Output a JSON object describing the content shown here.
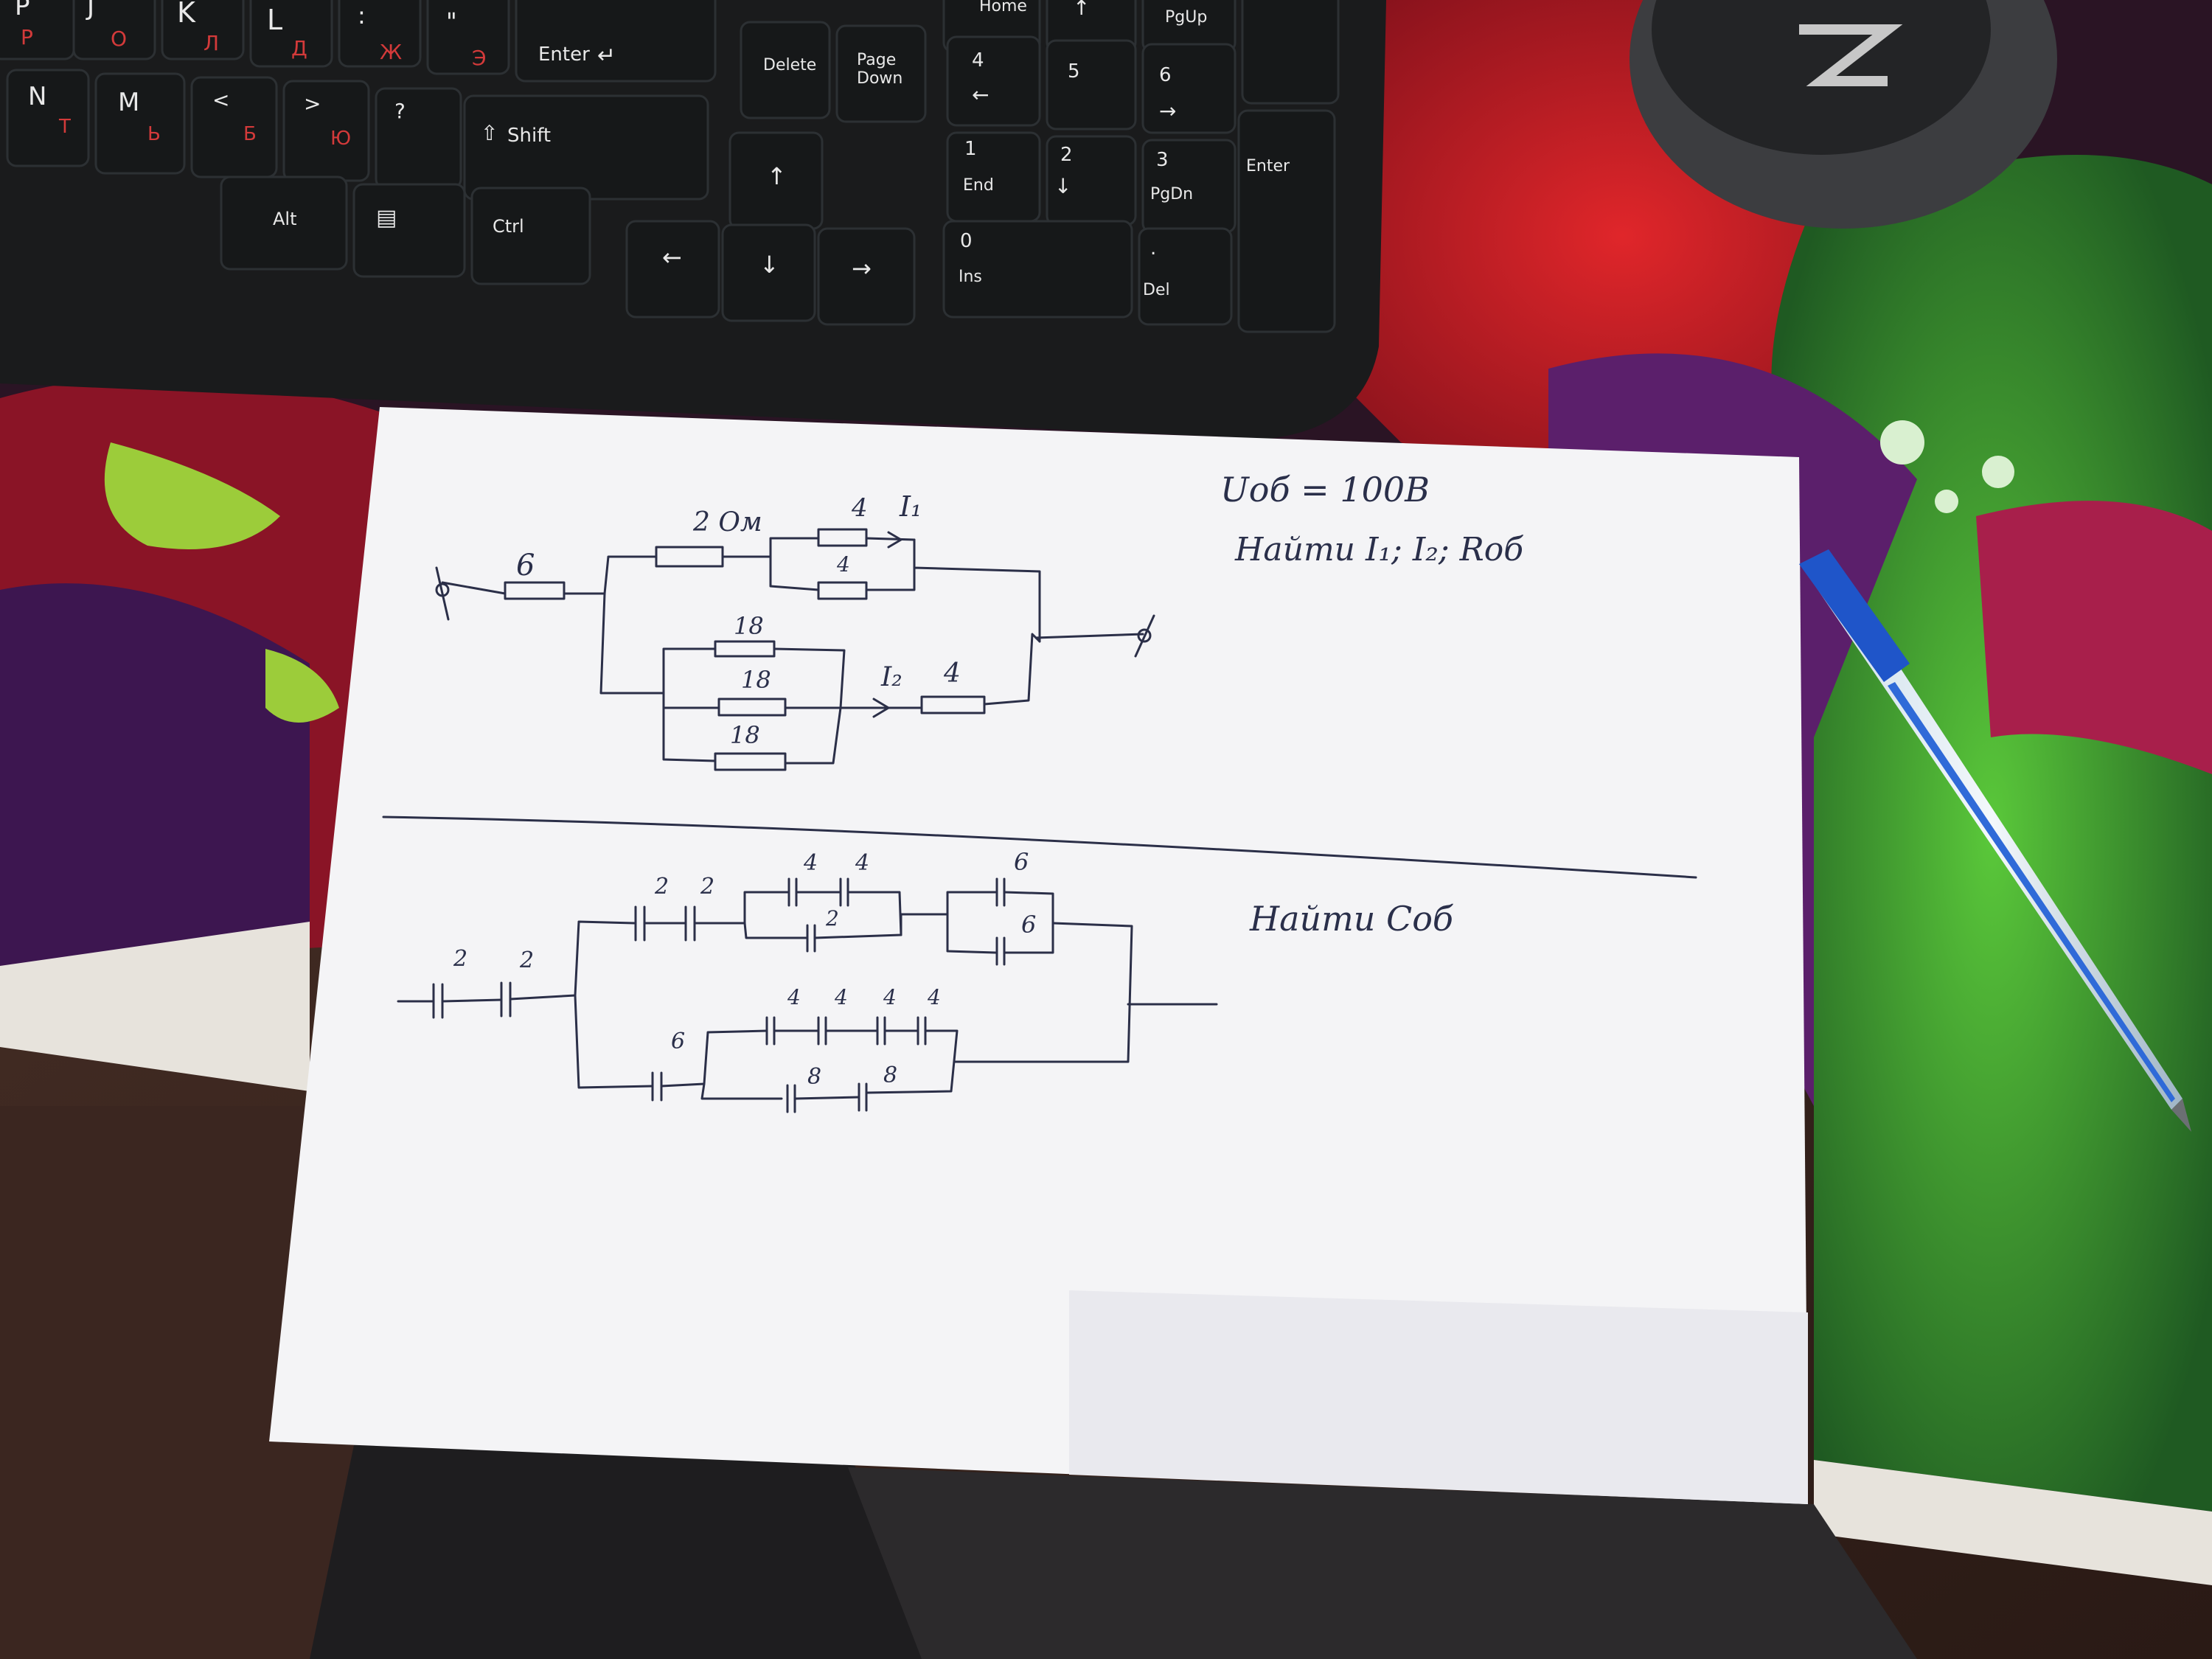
{
  "keyboard": {
    "keys": {
      "p": "P",
      "j": "J",
      "k": "K",
      "l": "L",
      "colon": ":",
      "quote": "\"",
      "enter": "Enter",
      "n": "N",
      "m": "M",
      "lt": "<",
      "gt": ">",
      "question": "?",
      "shift": "Shift",
      "alt": "Alt",
      "ctrl": "Ctrl",
      "delete": "Delete",
      "page_down": "Page\nDown",
      "home": "Home",
      "pgup": "PgUp",
      "num4": "4",
      "num5": "5",
      "num6": "6",
      "num1": "1",
      "num_end": "End",
      "num2": "2",
      "num3": "3",
      "num_pgdn": "PgDn",
      "num_enter": "Enter",
      "num0": "0",
      "num_ins": "Ins",
      "num_del": "Del"
    },
    "ru_keys": [
      "Р",
      "О",
      "Л",
      "Д",
      "Ж",
      "Э",
      "Т",
      "Ь",
      "Б",
      "Ю"
    ]
  },
  "sheet": {
    "top_circuit": {
      "resistors": [
        "6",
        "2 Ом",
        "4",
        "4",
        "18",
        "18",
        "18",
        "4"
      ],
      "currents": [
        "I₁",
        "I₂"
      ]
    },
    "top_note": {
      "line1": "Uоб = 100В",
      "line2": "Найти I₁; I₂; Rоб"
    },
    "bottom_circuit": {
      "capacitors": [
        "2",
        "2",
        "2",
        "2",
        "4",
        "4",
        "2",
        "6",
        "6",
        "6",
        "4",
        "4",
        "4",
        "4",
        "8",
        "8"
      ]
    },
    "bottom_note": "Найти Cоб"
  },
  "colors": {
    "paper": "#f4f4f6",
    "ink": "#2b2f48",
    "keyboard": "#1a1b1c",
    "pen": "#1f55c9"
  }
}
